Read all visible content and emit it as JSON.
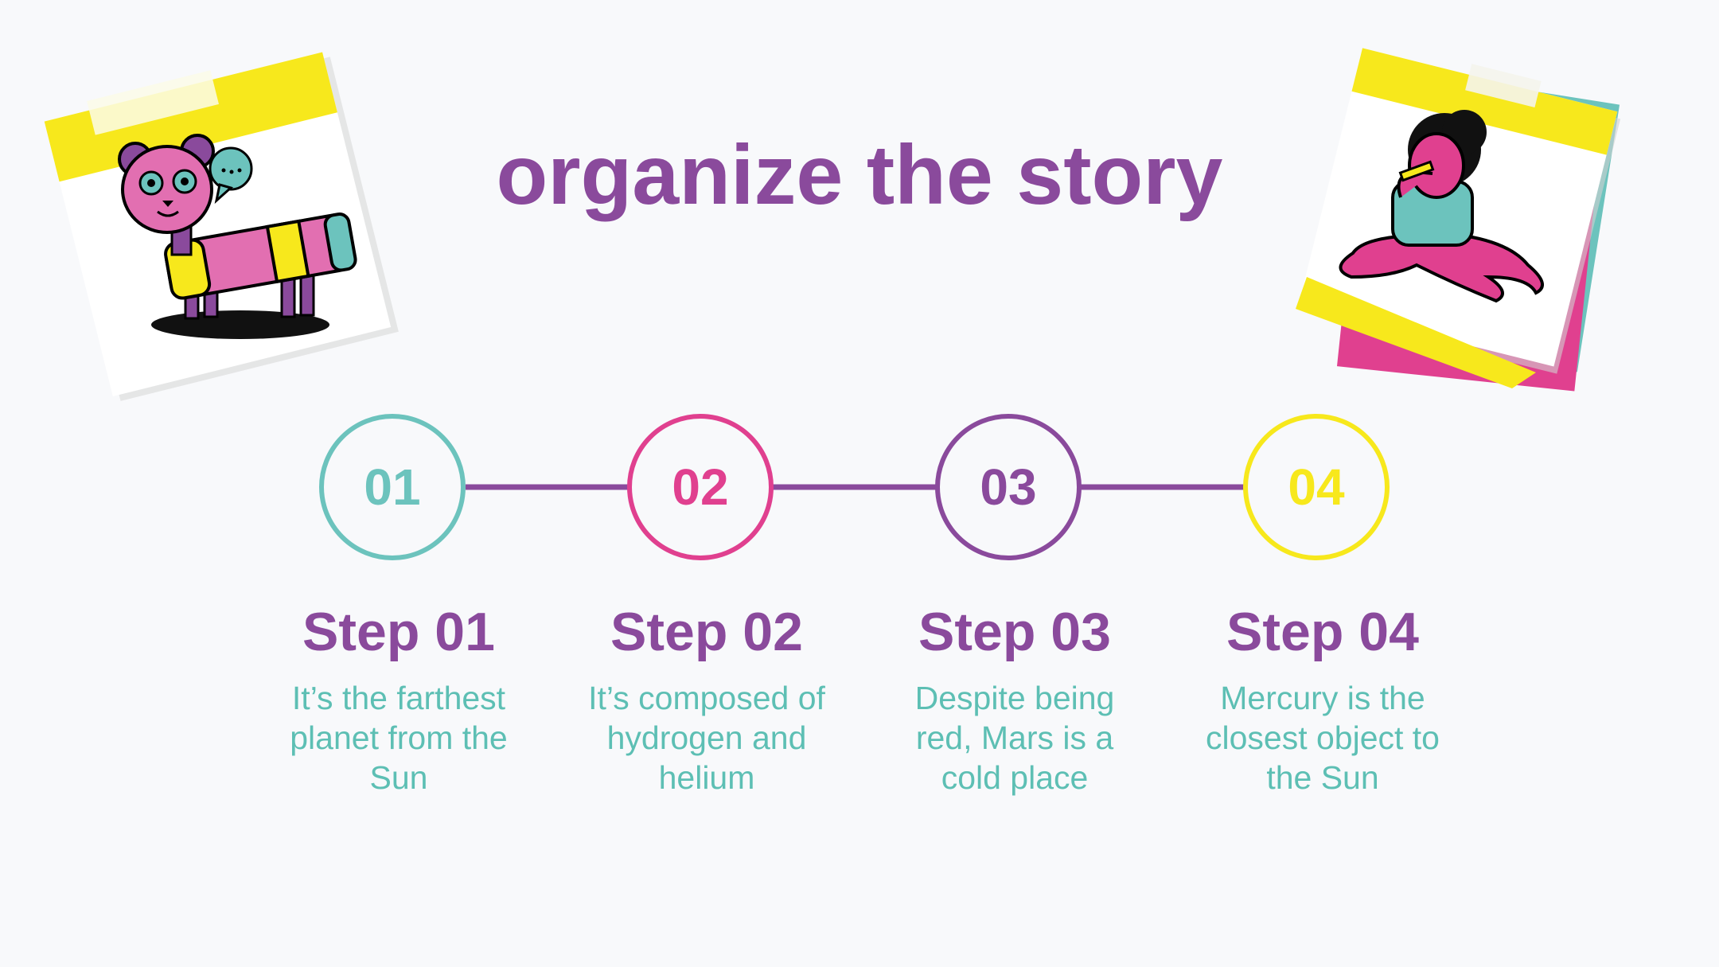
{
  "title": "organize the story",
  "colors": {
    "purple": "#8a4a9c",
    "teal": "#6cc3bd",
    "pink": "#e0408f",
    "yellow": "#f7e81c",
    "desc_teal": "#5dbfb4"
  },
  "steps": [
    {
      "number": "01",
      "label": "Step 01",
      "description": "It’s the farthest planet from the Sun",
      "color": "#6cc3bd"
    },
    {
      "number": "02",
      "label": "Step 02",
      "description": "It’s composed of hydrogen and helium",
      "color": "#e0408f"
    },
    {
      "number": "03",
      "label": "Step 03",
      "description": "Despite being red, Mars is a cold place",
      "color": "#8a4a9c"
    },
    {
      "number": "04",
      "label": "Step 04",
      "description": "Mercury is the closest object to the Sun",
      "color": "#f7e81c"
    }
  ],
  "illustrations": {
    "left": "robot-cat-sticky-note",
    "right": "octopus-person-sticky-note"
  }
}
